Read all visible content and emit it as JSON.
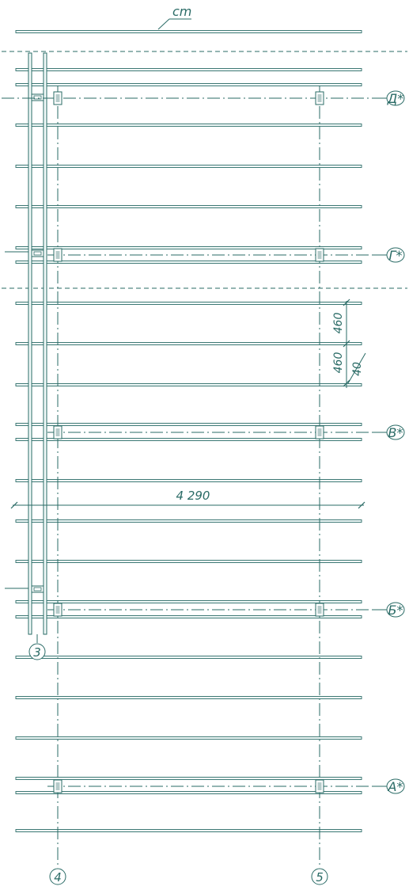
{
  "colors": {
    "line": "#2a6b66",
    "paper": "#ffffff",
    "beam_fill": "#f3fbfa"
  },
  "labels": {
    "material": "cm",
    "span": "4 290",
    "spacing_a": "460",
    "spacing_b": "460",
    "gap": "40"
  },
  "column_axes": [
    "3",
    "4",
    "5"
  ],
  "row_axes": [
    "Д*",
    "Г*",
    "В*",
    "Б*",
    "А*"
  ]
}
